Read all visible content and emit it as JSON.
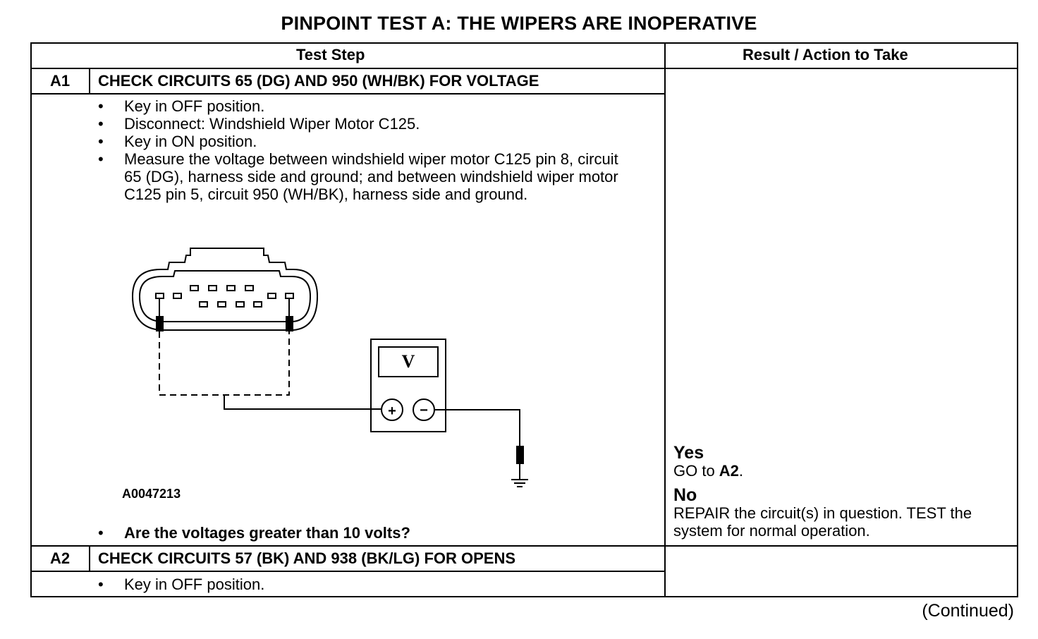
{
  "title": "PINPOINT TEST  A: THE WIPERS ARE INOPERATIVE",
  "headers": {
    "test_step": "Test Step",
    "result_action": "Result / Action to Take"
  },
  "steps": [
    {
      "id": "A1",
      "title": "CHECK CIRCUITS 65 (DG) AND 950 (WH/BK) FOR VOLTAGE",
      "bullets": [
        "Key in OFF position.",
        "Disconnect: Windshield Wiper Motor C125.",
        "Key in ON position.",
        "Measure the voltage between windshield wiper motor C125 pin 8, circuit 65 (DG), harness side and ground; and between windshield wiper motor C125 pin 5, circuit 950 (WH/BK), harness side and ground."
      ],
      "figure_id": "A0047213",
      "meter_label": "V",
      "meter_plus": "+",
      "meter_minus": "−",
      "question": "Are the voltages greater than 10 volts?",
      "yes_label": "Yes",
      "yes_action_prefix": "GO to ",
      "yes_action_target": "A2",
      "yes_action_suffix": ".",
      "no_label": "No",
      "no_action": "REPAIR the circuit(s) in question. TEST the system for normal operation."
    },
    {
      "id": "A2",
      "title": "CHECK CIRCUITS 57 (BK) AND 938 (BK/LG) FOR OPENS",
      "bullets": [
        "Key in OFF position."
      ]
    }
  ],
  "bullet_char": "•",
  "continued": "(Continued)"
}
